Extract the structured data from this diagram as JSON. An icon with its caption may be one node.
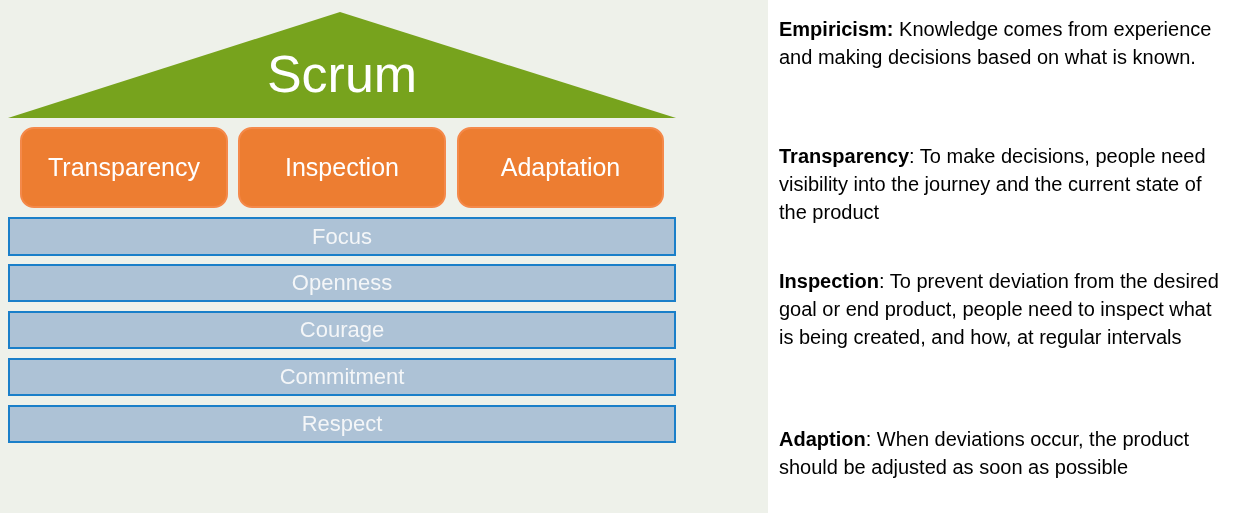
{
  "diagram": {
    "nodes": [
      {
        "text": [
          "Scrum"
        ]
      },
      {
        "text": [
          "Transparency"
        ]
      },
      {
        "text": [
          "Inspection"
        ]
      },
      {
        "text": [
          "Adaptation"
        ]
      },
      {
        "text": [
          "Focus"
        ]
      },
      {
        "text": [
          "Openness"
        ]
      },
      {
        "text": [
          "Courage"
        ]
      },
      {
        "text": [
          "Commitment"
        ]
      },
      {
        "text": [
          "Respect"
        ]
      }
    ],
    "labels": [
      "**Empiricism:** Knowledge comes from experience and making decisions based on what is known.",
      "**Transparency**: To make decisions, people need visibility into the journey and the current state of the product",
      "**Inspection**: To prevent deviation from the desired goal or end product, people need to inspect what is being created, and how, at regular intervals",
      "**Adaption**: When deviations occur, the product should be adjusted as soon as possible"
    ]
  }
}
